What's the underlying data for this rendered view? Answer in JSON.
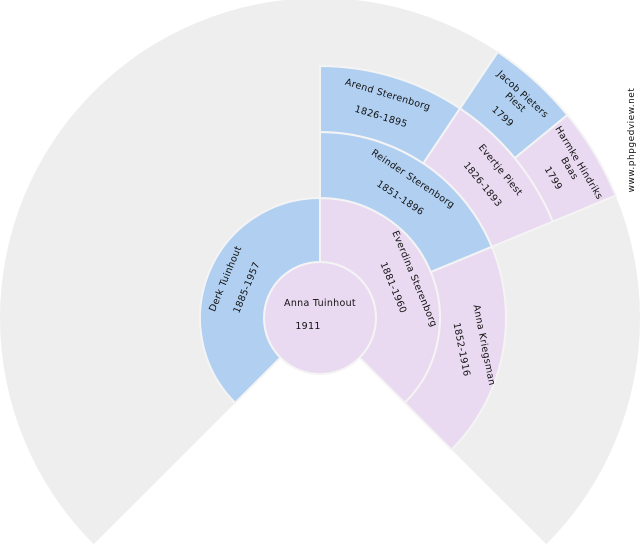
{
  "watermark": "www.phpgedview.net",
  "colors": {
    "male": "#b1d0f1",
    "female": "#e9d9f1",
    "empty": "#eeeeee",
    "stroke": "#f4f4f4"
  },
  "generations": 5,
  "fan_degrees": 270,
  "people": [
    {
      "ahnentafel": 1,
      "name": "Anna Tuinhout",
      "dates": "1911",
      "sex": "female"
    },
    {
      "ahnentafel": 2,
      "name": "Derk Tuinhout",
      "dates": "1885-1957",
      "sex": "male"
    },
    {
      "ahnentafel": 3,
      "name": "Everdina Sterenborg",
      "dates": "1881-1960",
      "sex": "female"
    },
    {
      "ahnentafel": 6,
      "name": "Reinder Sterenborg",
      "dates": "1851-1896",
      "sex": "male"
    },
    {
      "ahnentafel": 7,
      "name": "Anna Kriegsman",
      "dates": "1852-1916",
      "sex": "female"
    },
    {
      "ahnentafel": 12,
      "name": "Arend Sterenborg",
      "dates": "1826-1895",
      "sex": "male"
    },
    {
      "ahnentafel": 13,
      "name": "Evertje Piest",
      "dates": "1826-1893",
      "sex": "female"
    },
    {
      "ahnentafel": 26,
      "name": "Jacob Pieters Piest",
      "dates": "1799",
      "sex": "male"
    },
    {
      "ahnentafel": 27,
      "name": "Harmke Hindriks Baas",
      "dates": "1799",
      "sex": "female"
    }
  ]
}
